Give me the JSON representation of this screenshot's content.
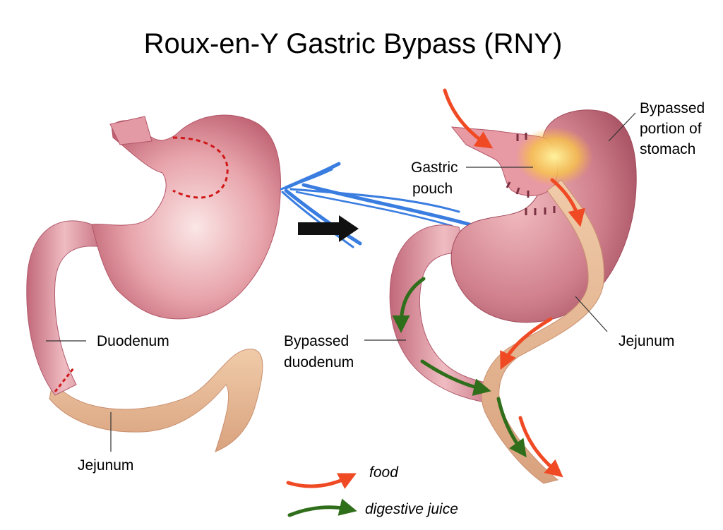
{
  "title": "Roux-en-Y Gastric Bypass (RNY)",
  "labels": {
    "duodenum": "Duodenum",
    "jejunum_left": "Jejunum",
    "gastric_pouch": [
      "Gastric",
      "pouch"
    ],
    "bypassed_stomach": [
      "Bypassed",
      "portion of",
      "stomach"
    ],
    "jejunum_right": "Jejunum",
    "bypassed_duodenum": [
      "Bypassed",
      "duodenum"
    ]
  },
  "legend": {
    "food": "food",
    "digestive_juice": "digestive juice"
  },
  "colors": {
    "stomach": "#d98890",
    "stomach_light": "#f6dada",
    "stomach_dark": "#a8485a",
    "jejunum": "#e8b896",
    "jejunum_dark": "#c99070",
    "food_arrow": "#f04a25",
    "juice_arrow": "#2f6e1a",
    "scribble": "#3a7de0",
    "pouch_glow": "#f7c64a",
    "cut_line": "#d01818"
  },
  "icons": [
    "arrow-right-icon"
  ]
}
